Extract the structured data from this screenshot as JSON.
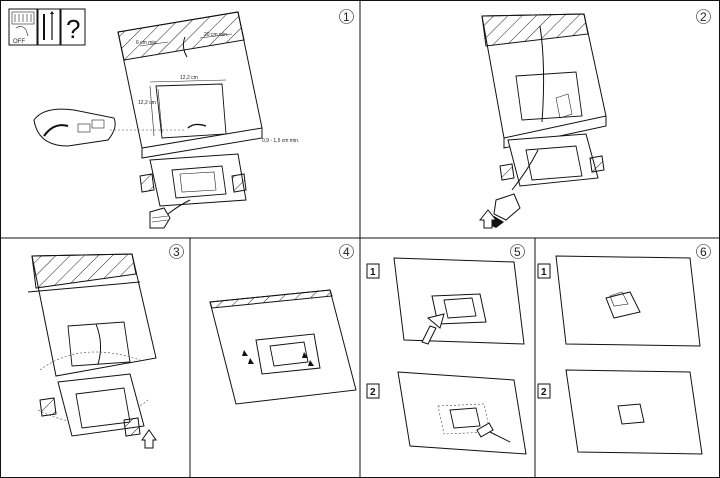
{
  "steps": [
    {
      "number": "1"
    },
    {
      "number": "2"
    },
    {
      "number": "3"
    },
    {
      "number": "4"
    },
    {
      "number": "5",
      "substeps": [
        "1",
        "2"
      ]
    },
    {
      "number": "6",
      "substeps": [
        "1",
        "2"
      ]
    }
  ],
  "warning_icons": {
    "power_label": "OFF",
    "question_mark": "?"
  },
  "dimensions": {
    "depth_label": "6 cm min.",
    "offset_label": "20 cm min.",
    "width_label": "12,2 cm",
    "height_label": "12,2 cm",
    "thickness_label": "0,9 - 1,5 cm min."
  },
  "icons": [
    "power-off-icon",
    "tools-icon",
    "help-icon",
    "lamp-bulb-icon",
    "screw-icon",
    "plaster-knife-icon",
    "paint-roller-icon",
    "arrow-up-icon"
  ]
}
